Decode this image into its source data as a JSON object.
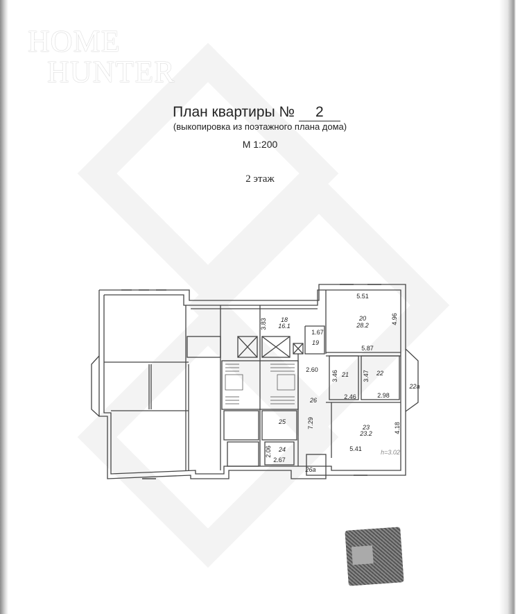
{
  "watermark": {
    "line1": "HOME",
    "line2": "HUNTER"
  },
  "header": {
    "title": "План квартиры №",
    "apartment_number": "2",
    "subtitle": "(выкопировка из поэтажного плана дома)",
    "scale": "М 1:200",
    "floor": "2 этаж"
  },
  "plan": {
    "labels": {
      "r18": "18",
      "a18": "16.1",
      "d383": "3.83",
      "d167": "1.67",
      "r19": "19",
      "d551": "5.51",
      "r20": "20",
      "a20": "28.2",
      "d496": "4.96",
      "d587": "5.87",
      "d260": "2.60",
      "d346": "3.46",
      "r21": "21",
      "d347": "3.47",
      "r22": "22",
      "r22a": "22a",
      "d246": "2.46",
      "d298": "2.98",
      "r26": "26",
      "r25": "25",
      "d729": "7.29",
      "r23": "23",
      "a23": "23.2",
      "d418": "4.18",
      "d541": "5.41",
      "h": "h=3.02",
      "r24": "24",
      "d206": "2.06",
      "d267": "2.67",
      "r26a": "26a"
    }
  },
  "stamp": {
    "text": ""
  }
}
